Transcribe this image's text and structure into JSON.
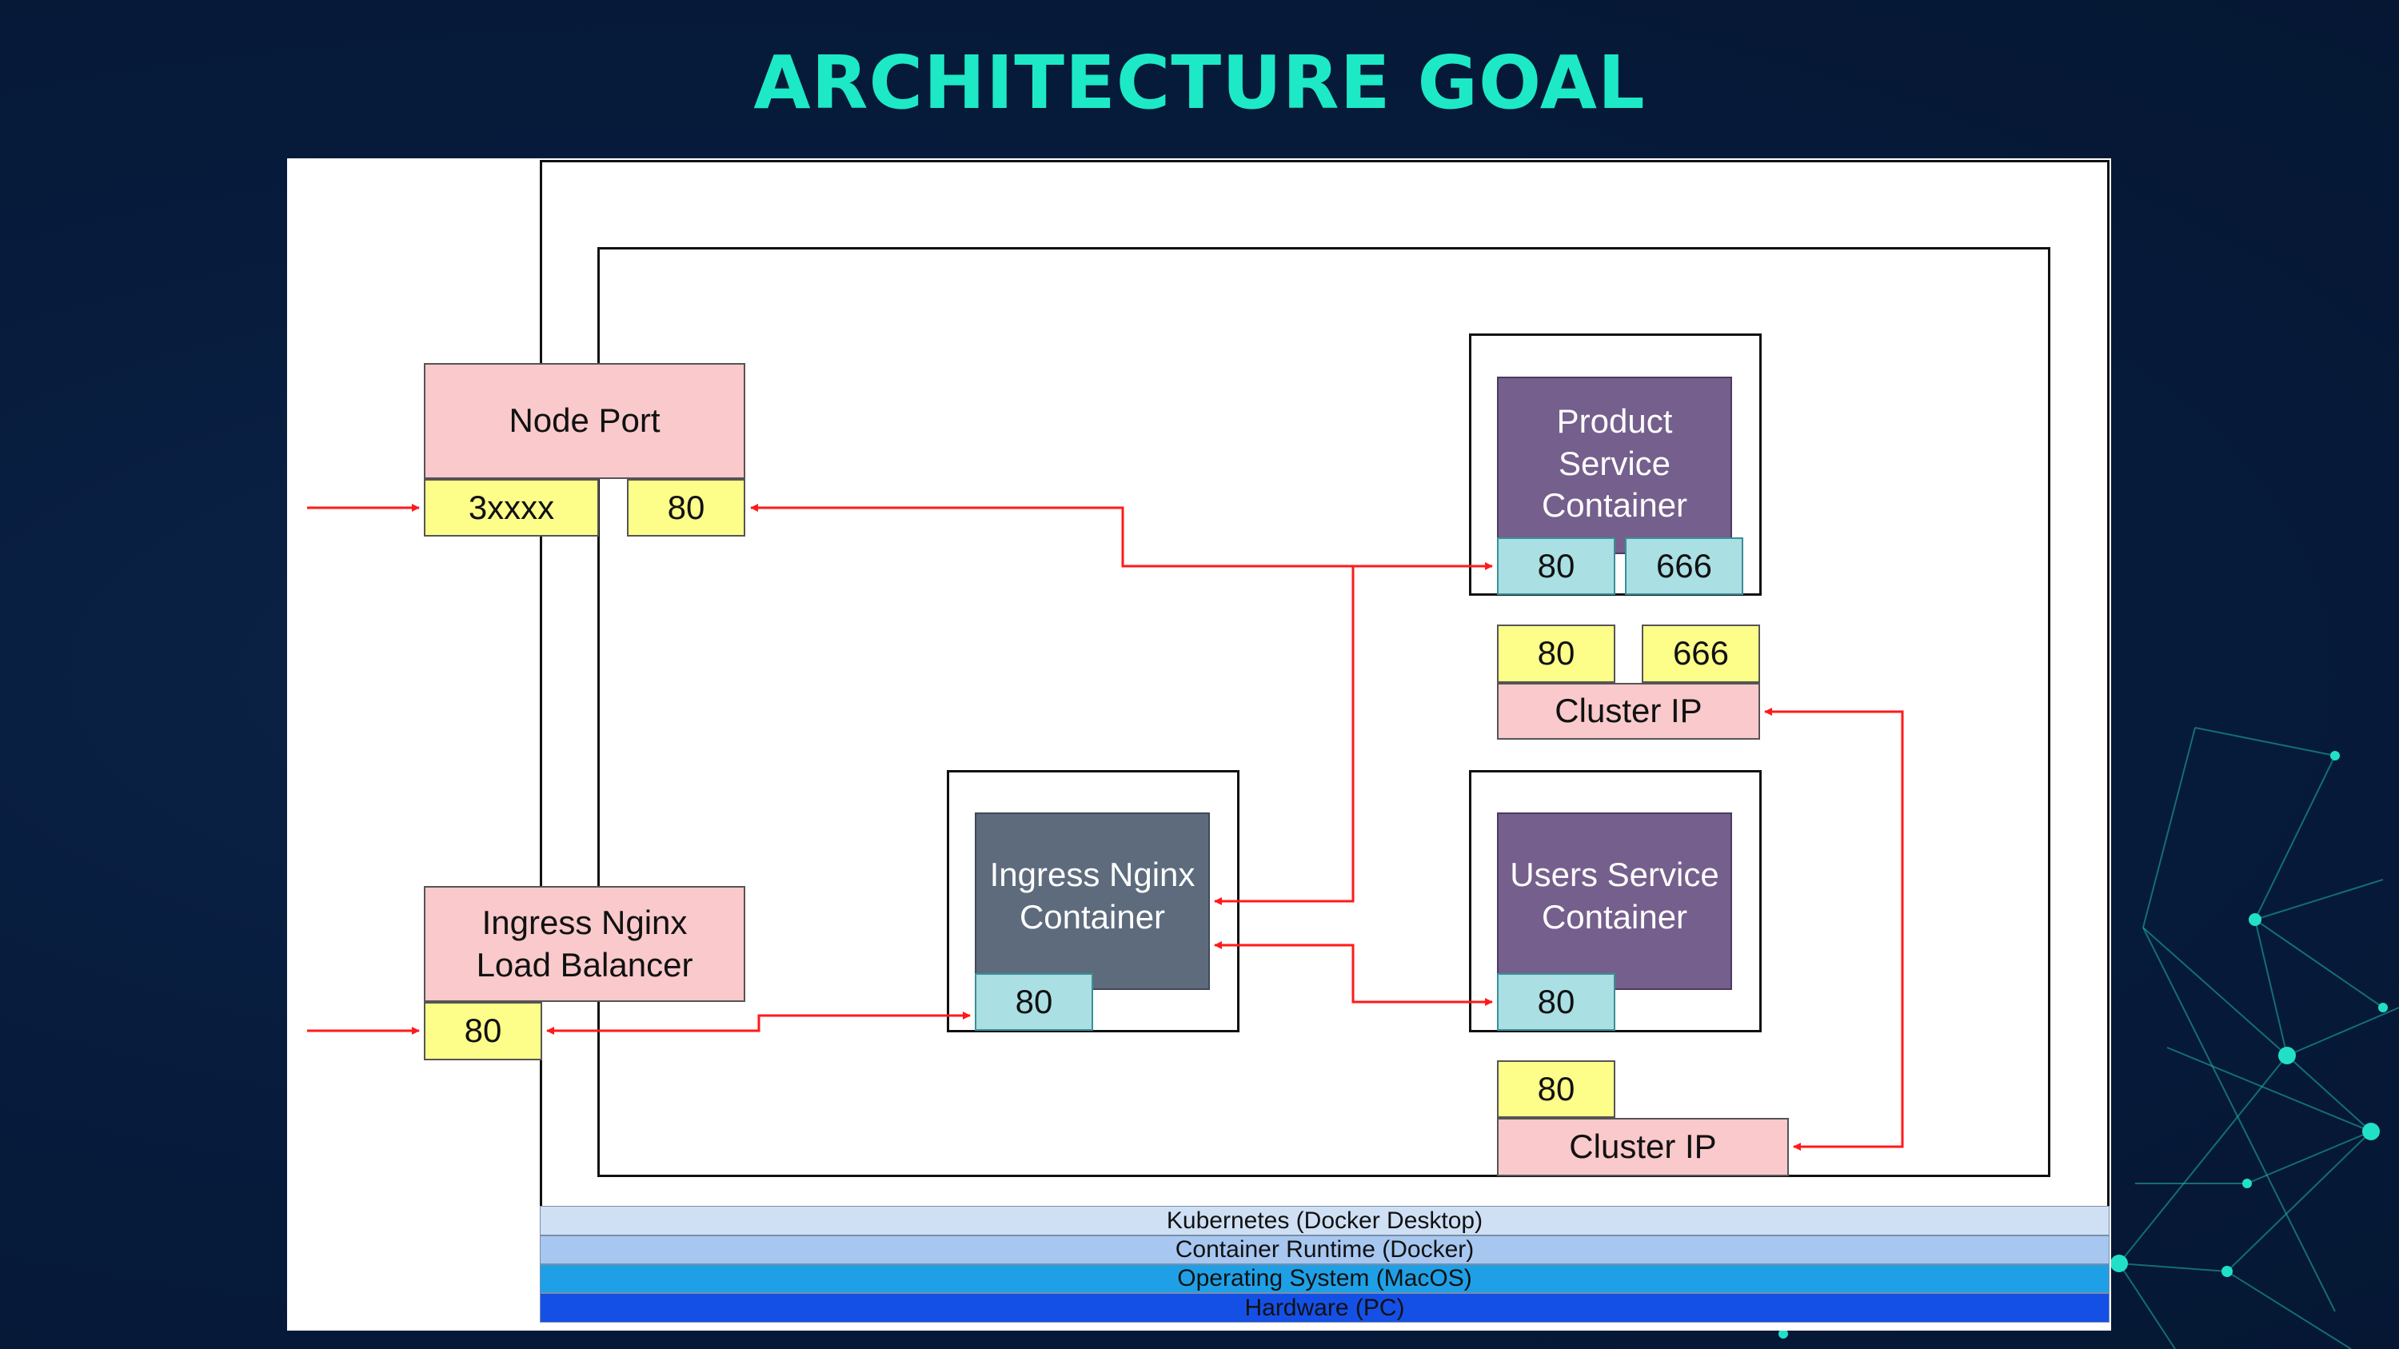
{
  "title": "ARCHITECTURE GOAL",
  "node_port": {
    "label": "Node Port",
    "port_external": "3xxxx",
    "port_internal": "80"
  },
  "ingress_lb": {
    "label": "Ingress Nginx Load Balancer",
    "port": "80"
  },
  "ingress_container": {
    "label": "Ingress Nginx Container",
    "port": "80"
  },
  "product_container": {
    "label": "Product Service Container",
    "port_a": "80",
    "port_b": "666"
  },
  "product_cluster_ip": {
    "label": "Cluster IP",
    "port_a": "80",
    "port_b": "666"
  },
  "users_container": {
    "label": "Users Service Container",
    "port": "80"
  },
  "users_cluster_ip": {
    "label": "Cluster IP",
    "port": "80"
  },
  "layers": [
    {
      "label": "Kubernetes (Docker Desktop)",
      "color": "#cfe0f5"
    },
    {
      "label": "Container Runtime (Docker)",
      "color": "#a7c7f0"
    },
    {
      "label": "Operating System (MacOS)",
      "color": "#1fa0e6"
    },
    {
      "label": "Hardware (PC)",
      "color": "#1550e6"
    }
  ],
  "colors": {
    "title": "#1de9c6",
    "arrow": "#ff1a1a",
    "pink": "#f9c9cb",
    "yellow": "#fdfd8a",
    "cyan": "#aadfe4",
    "purple": "#755f8c",
    "slate": "#5e6b7d"
  }
}
